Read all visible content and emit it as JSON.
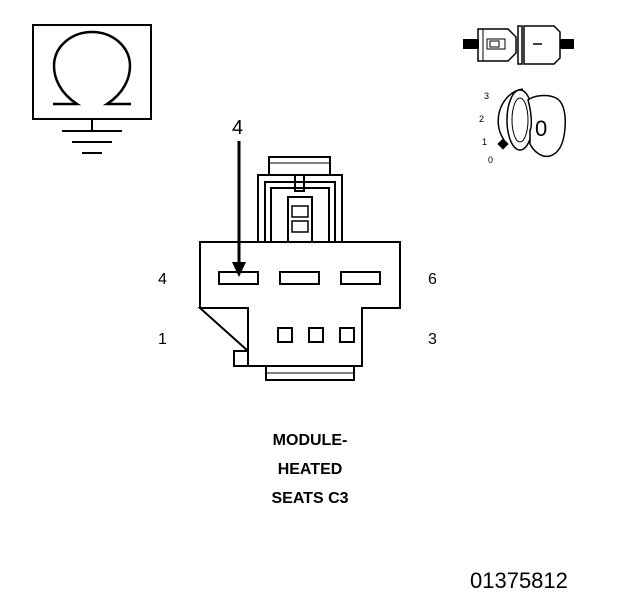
{
  "pin_labels": {
    "pin_top_left": "4",
    "pin_top_right": "6",
    "pin_bottom_left": "1",
    "pin_bottom_right": "3",
    "callout_pin": "4"
  },
  "position_scale": [
    "3",
    "2",
    "1",
    "0"
  ],
  "key_symbol": "0",
  "title_lines": [
    "MODULE-",
    "HEATED",
    "SEATS C3"
  ],
  "document_number": "01375812",
  "icons": [
    "ground-ohm-icon",
    "connector-plug-icon",
    "ignition-key-icon"
  ],
  "colors": {
    "line": "#000000",
    "background": "#ffffff"
  }
}
